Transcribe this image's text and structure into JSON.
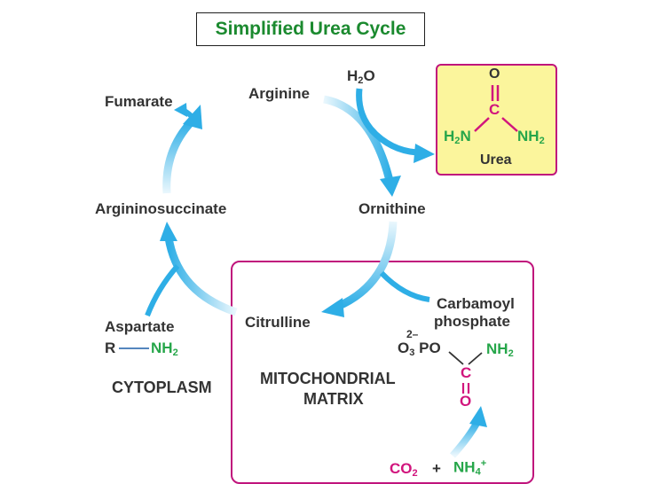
{
  "title": "Simplified Urea Cycle",
  "compounds": {
    "arginine": "Arginine",
    "fumarate": "Fumarate",
    "argininosuccinate": "Argininosuccinate",
    "ornithine": "Ornithine",
    "citrulline": "Citrulline",
    "aspartate": "Aspartate",
    "carbamoyl_1": "Carbamoyl",
    "carbamoyl_2": "phosphate",
    "urea": "Urea"
  },
  "water": {
    "h": "H",
    "sub": "2",
    "o": "O"
  },
  "urea_structure": {
    "o": "O",
    "c": "C",
    "left": "H",
    "left_sub": "2",
    "left_n": "N",
    "right_n": "NH",
    "right_sub": "2"
  },
  "aspartate_structure": {
    "r": "R",
    "nh": "NH",
    "sub": "2"
  },
  "carbamoyl_structure": {
    "charge": "2–",
    "o": "O",
    "o_sub": "3",
    "po": "PO",
    "nh": "NH",
    "nh_sub": "2",
    "c": "C",
    "o2": "O"
  },
  "inputs": {
    "co": "CO",
    "co_sub": "2",
    "plus": "+",
    "nh": "NH",
    "nh_sub": "4",
    "nh_sup": "+"
  },
  "compartments": {
    "cytoplasm": "CYTOPLASM",
    "matrix_1": "MITOCHONDRIAL",
    "matrix_2": "MATRIX"
  },
  "colors": {
    "title": "#1b8a2f",
    "arrow": "#3cb4e6",
    "box_border": "#c0147c",
    "urea_fill": "#fbf59c",
    "green": "#26a64a",
    "magenta": "#d1157d"
  }
}
